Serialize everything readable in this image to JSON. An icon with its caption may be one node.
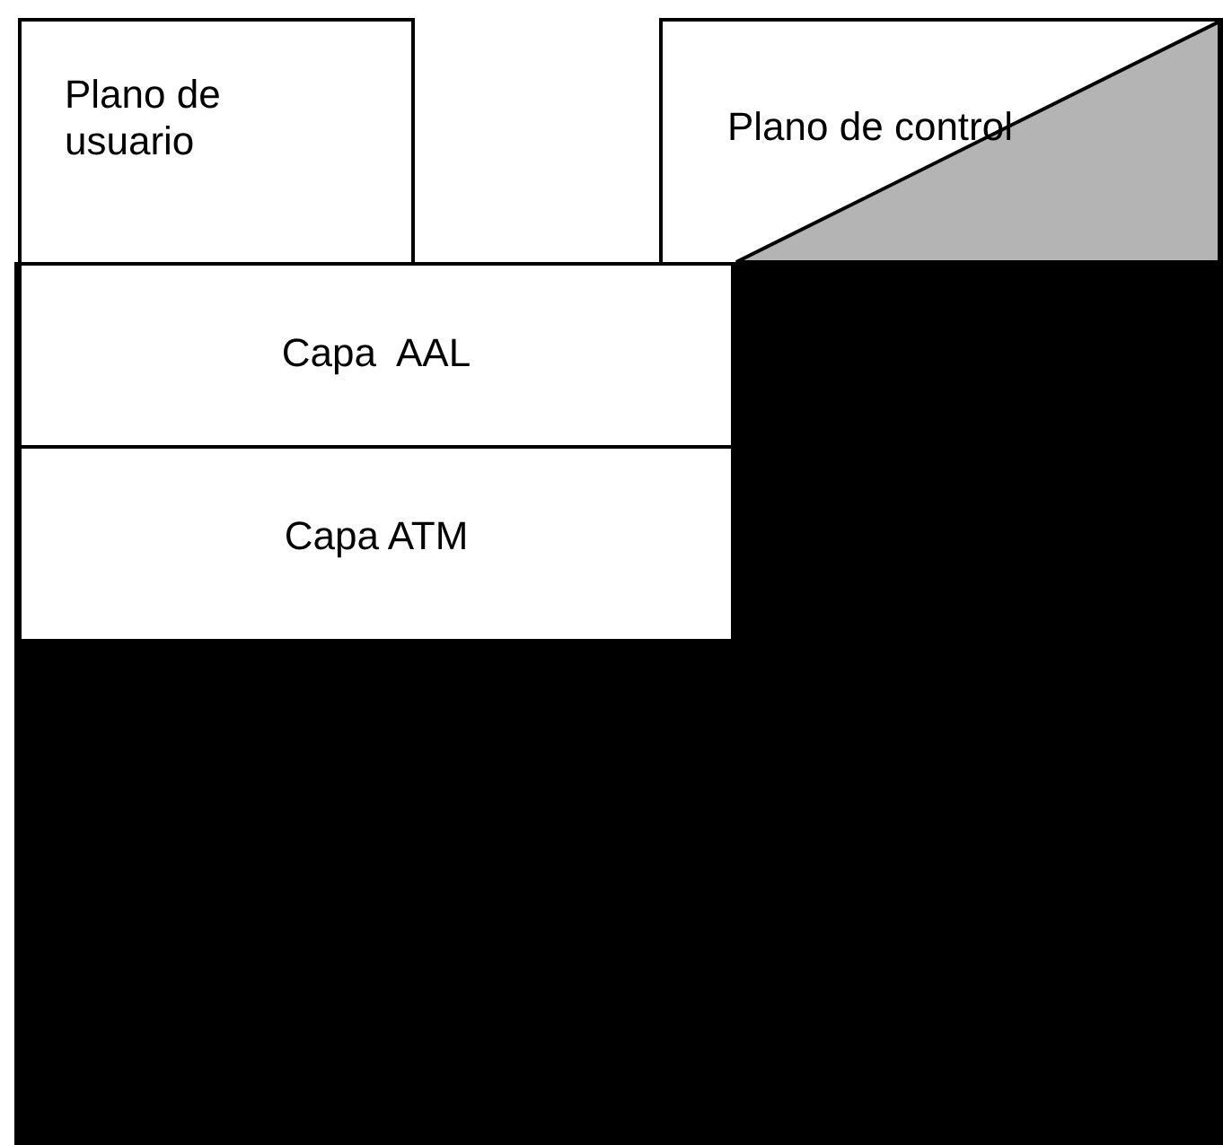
{
  "diagram": {
    "nodes": [
      {
        "text": [
          "Plano de usuario"
        ]
      },
      {
        "text": [
          "Plano de control"
        ]
      },
      {
        "text": [
          "Capa  AAL"
        ]
      },
      {
        "text": [
          "Capa ATM"
        ]
      }
    ]
  }
}
